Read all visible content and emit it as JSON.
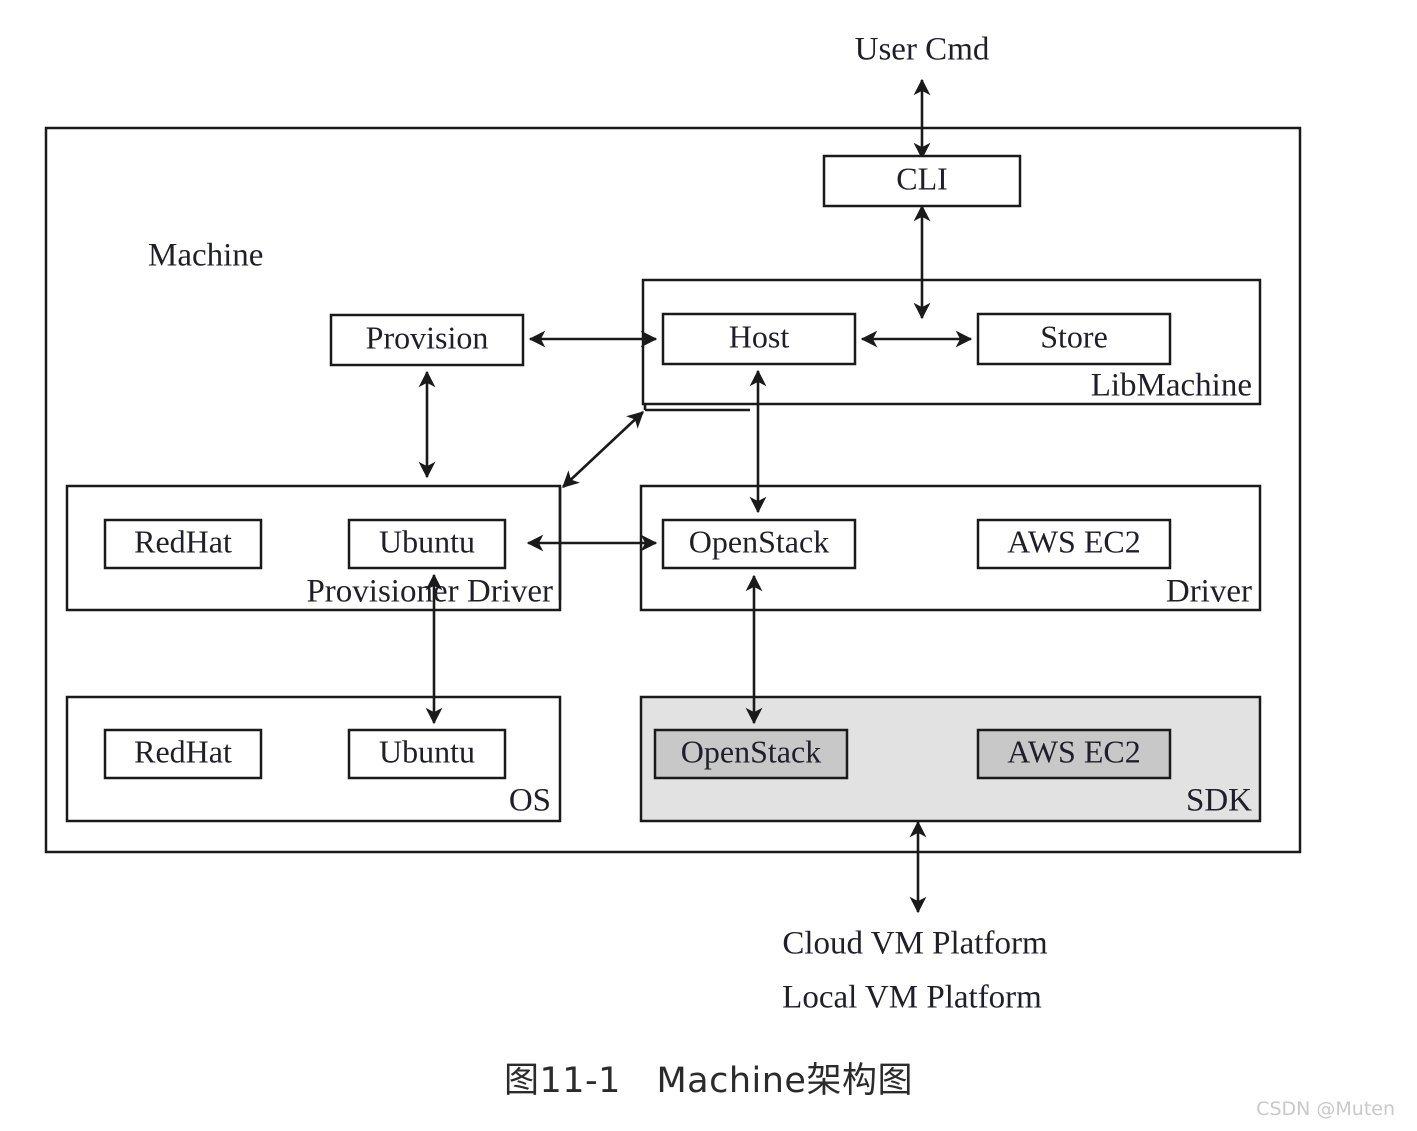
{
  "figure": {
    "caption": "图11-1　Machine架构图",
    "watermark": "CSDN @Muten"
  },
  "diagram": {
    "type": "architecture-block-diagram",
    "external_labels": {
      "top": "User Cmd",
      "bottom_line_1": "Cloud VM Platform",
      "bottom_line_2": "Local VM Platform"
    },
    "outer_container": {
      "label": "Machine"
    },
    "groups": [
      {
        "id": "libmachine",
        "label": "LibMachine",
        "shaded": false,
        "boxes": [
          {
            "id": "host",
            "label": "Host",
            "shaded": false
          },
          {
            "id": "store",
            "label": "Store",
            "shaded": false
          }
        ]
      },
      {
        "id": "provisioner-driver",
        "label": "Provisioner Driver",
        "shaded": false,
        "boxes": [
          {
            "id": "prov-redhat",
            "label": "RedHat",
            "shaded": false
          },
          {
            "id": "prov-ubuntu",
            "label": "Ubuntu",
            "shaded": false
          }
        ]
      },
      {
        "id": "driver",
        "label": "Driver",
        "shaded": false,
        "boxes": [
          {
            "id": "driver-openstack",
            "label": "OpenStack",
            "shaded": false
          },
          {
            "id": "driver-awsec2",
            "label": "AWS EC2",
            "shaded": false
          }
        ]
      },
      {
        "id": "os",
        "label": "OS",
        "shaded": false,
        "boxes": [
          {
            "id": "os-redhat",
            "label": "RedHat",
            "shaded": false
          },
          {
            "id": "os-ubuntu",
            "label": "Ubuntu",
            "shaded": false
          }
        ]
      },
      {
        "id": "sdk",
        "label": "SDK",
        "shaded": true,
        "boxes": [
          {
            "id": "sdk-openstack",
            "label": "OpenStack",
            "shaded": true
          },
          {
            "id": "sdk-awsec2",
            "label": "AWS EC2",
            "shaded": true
          }
        ]
      }
    ],
    "standalone_boxes": [
      {
        "id": "cli",
        "label": "CLI"
      },
      {
        "id": "provision",
        "label": "Provision"
      }
    ],
    "connections": [
      {
        "from": "User Cmd",
        "to": "CLI",
        "arrows": "both"
      },
      {
        "from": "CLI",
        "to": "Host",
        "arrows": "both"
      },
      {
        "from": "Host",
        "to": "Store",
        "arrows": "both"
      },
      {
        "from": "Host",
        "to": "Provision",
        "arrows": "both"
      },
      {
        "from": "Host",
        "to": "OpenStack (Driver)",
        "arrows": "both"
      },
      {
        "from": "Provision",
        "to": "Ubuntu (Provisioner Driver)",
        "arrows": "both"
      },
      {
        "from": "Ubuntu (Provisioner Driver)",
        "to": "OpenStack (Driver)",
        "arrows": "both"
      },
      {
        "from": "Ubuntu (Provisioner Driver)",
        "to": "Ubuntu (OS)",
        "arrows": "both"
      },
      {
        "from": "OpenStack (Driver)",
        "to": "OpenStack (SDK)",
        "arrows": "both"
      },
      {
        "from": "SDK",
        "to": "Cloud VM Platform / Local VM Platform",
        "arrows": "both"
      },
      {
        "from": "LibMachine",
        "to": "Provisioner Driver / Driver junction",
        "arrows": "both"
      }
    ]
  },
  "colors": {
    "line": "#1a1a1a",
    "text": "#1f1f2b",
    "sdk_group_fill": "#e2e2e2",
    "sdk_box_fill": "#c8c8c8",
    "background": "#ffffff",
    "watermark": "#c9c9c9"
  }
}
